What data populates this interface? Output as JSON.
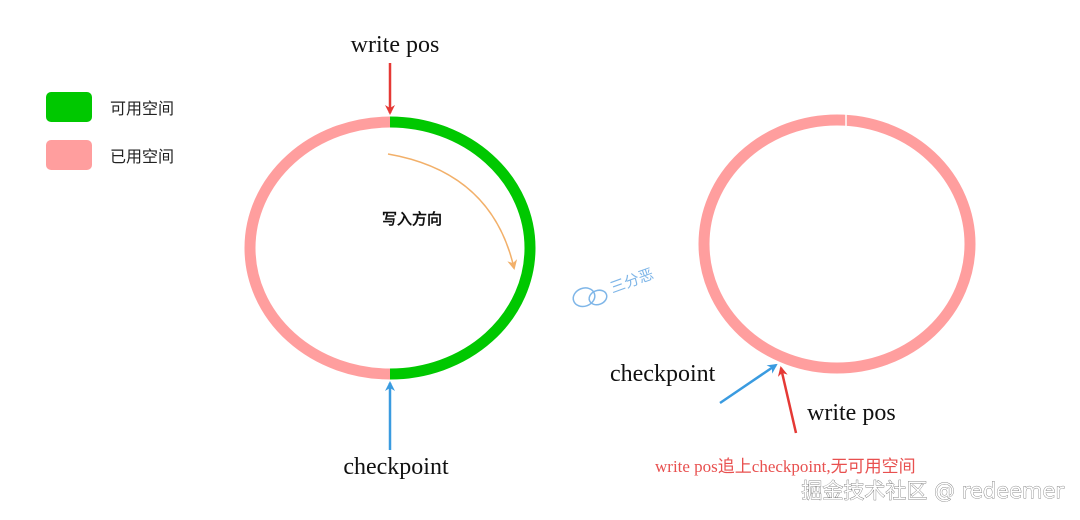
{
  "legend": {
    "items": [
      {
        "label": "可用空间",
        "color": "#00c800"
      },
      {
        "label": "已用空间",
        "color": "#ff9e9e"
      }
    ]
  },
  "left_ring": {
    "write_pos_label": "write pos",
    "checkpoint_label": "checkpoint",
    "direction_label": "写入方向",
    "free_color": "#00c800",
    "used_color": "#ff9e9e"
  },
  "right_ring": {
    "checkpoint_label": "checkpoint",
    "write_pos_label": "write pos",
    "caption": "write pos追上checkpoint,无可用空间",
    "used_color": "#ff9e9e"
  },
  "watermark": {
    "text": "三分恶",
    "footer": "掘金技术社区 @ redeemer"
  },
  "colors": {
    "write_pos_arrow": "#e53935",
    "checkpoint_arrow": "#3a9be0",
    "direction_arrow": "#f2b06a",
    "caption": "#e8504f",
    "watermark": "#7fb6e8"
  }
}
